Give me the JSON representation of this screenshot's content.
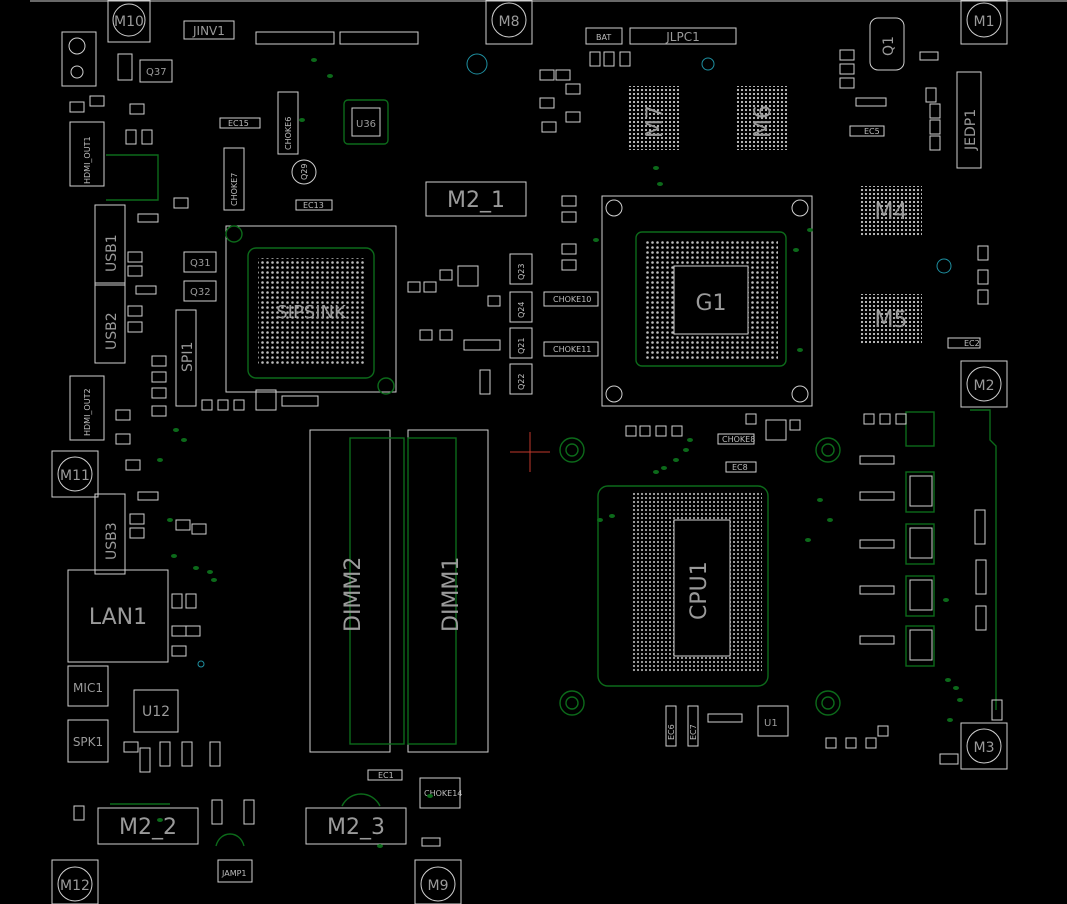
{
  "colors": {
    "background": "#000000",
    "silkscreen": "#cfcfcf",
    "trace": "#0c6a1a",
    "via": "#1e8fa0",
    "cursor": "#c0392b"
  },
  "labels": {
    "jinv1": "JINV1",
    "jlpc1": "JLPC1",
    "bat": "BAT",
    "m1": "M1",
    "m2": "M2",
    "m3": "M3",
    "m8": "M8",
    "m9": "M9",
    "m10": "M10",
    "m11": "M11",
    "m12": "M12",
    "q1": "Q1",
    "q37": "Q37",
    "q31": "Q31",
    "q32": "Q32",
    "q21": "Q21",
    "q22": "Q22",
    "q23": "Q23",
    "q24": "Q24",
    "q29": "Q29",
    "jedp1": "JEDP1",
    "m7": "M7",
    "m6": "M6",
    "m4": "M4",
    "m5": "M5",
    "u36": "U36",
    "u12": "U12",
    "u1": "U1",
    "hdmi_out1": "HDMI_OUT1",
    "hdmi_out2": "HDMI_OUT2",
    "usb1": "USB1",
    "usb2": "USB2",
    "usb3": "USB3",
    "spi1": "SPI1",
    "soc": "SIPSINK",
    "m2_1": "M2_1",
    "m2_2": "M2_2",
    "m2_3": "M2_3",
    "g1": "G1",
    "dimm2": "DIMM2",
    "dimm1": "DIMM1",
    "cpu1": "CPU1",
    "lan1": "LAN1",
    "mic1": "MIC1",
    "spk1": "SPK1",
    "jamp1": "JAMP1",
    "choke10": "CHOKE10",
    "choke11": "CHOKE11",
    "choke14": "CHOKE14",
    "choke6": "CHOKE6",
    "choke7": "CHOKE7",
    "choke8": "CHOKE8",
    "ec1": "EC1",
    "ec2": "EC2",
    "ec5": "EC5",
    "ec6": "EC6",
    "ec7": "EC7",
    "ec8": "EC8",
    "ec13": "EC13",
    "ec15": "EC15"
  }
}
